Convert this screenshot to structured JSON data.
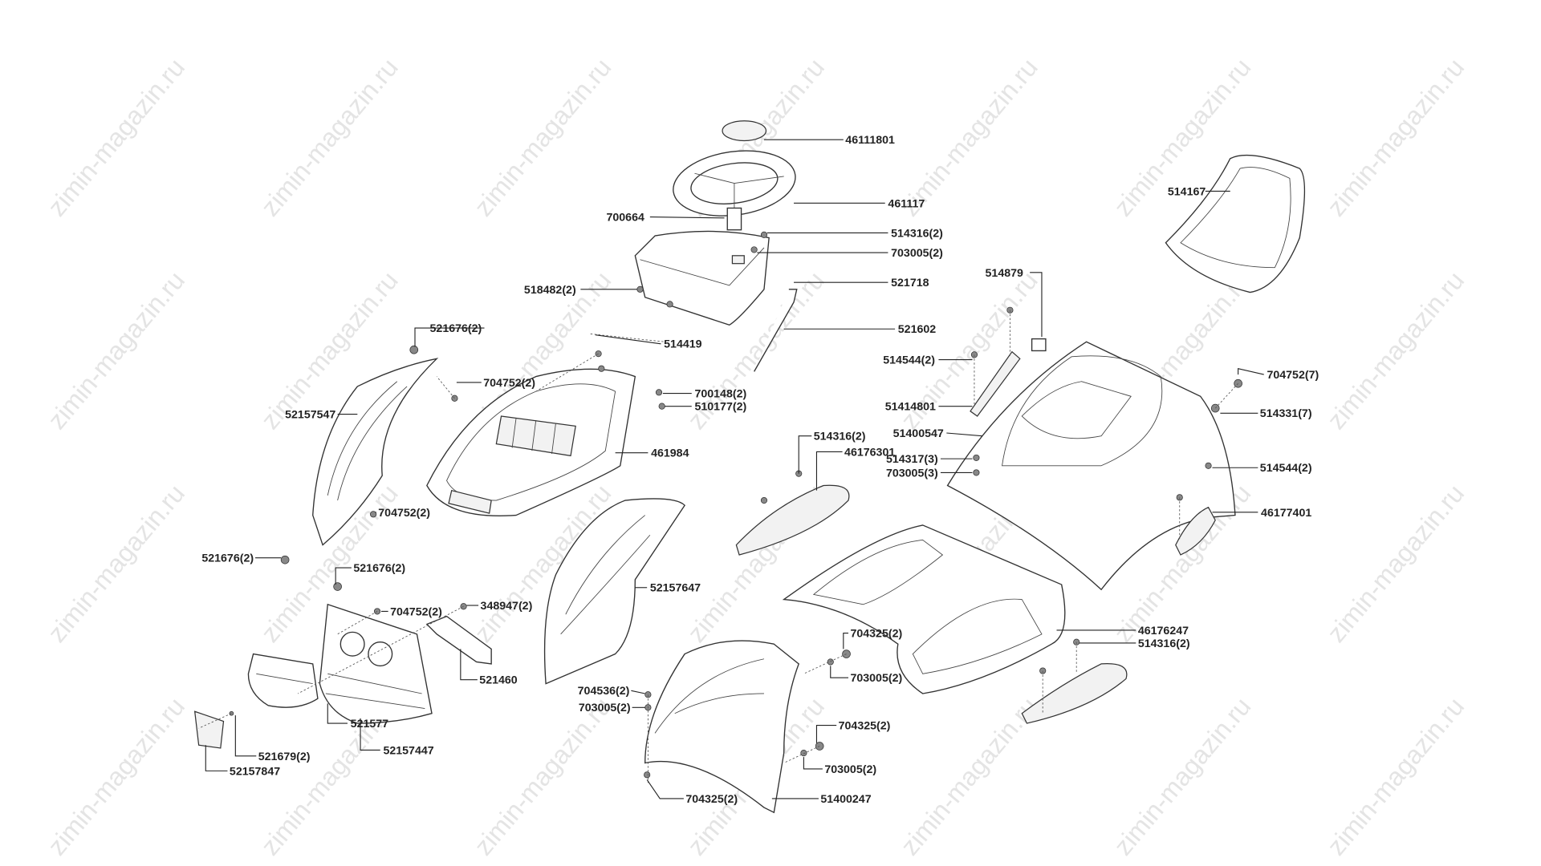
{
  "watermark": "zimin-magazin.ru",
  "labels": [
    "46111801",
    "461117",
    "700664",
    "514316(2)",
    "703005(2)",
    "518482(2)",
    "521718",
    "521602",
    "514879",
    "521676(2)",
    "514419",
    "514544(2)",
    "704752(2)",
    "700148(2)",
    "510177(2)",
    "52157547",
    "51414801",
    "704752(7)",
    "514331(7)",
    "514316(2)",
    "51400547",
    "461984",
    "46176301",
    "514317(3)",
    "703005(3)",
    "514544(2)",
    "704752(2)",
    "46177401",
    "521676(2)",
    "521676(2)",
    "704752(2)",
    "348947(2)",
    "52157647",
    "46176247",
    "514316(2)",
    "704325(2)",
    "521460",
    "703005(2)",
    "704536(2)",
    "703005(2)",
    "521577",
    "704325(2)",
    "52157447",
    "521679(2)",
    "703005(2)",
    "52157847",
    "704325(2)",
    "51400247",
    "514167"
  ]
}
